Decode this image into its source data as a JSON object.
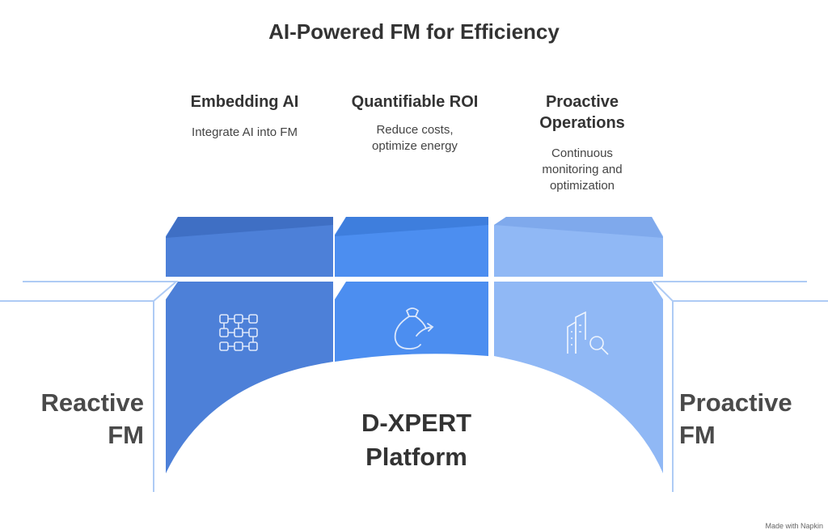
{
  "title": "AI-Powered FM for Efficiency",
  "columns": [
    {
      "heading": "Embedding AI",
      "description": "Integrate AI into FM",
      "icon": "circuit-grid-icon",
      "color": "#4d80d8"
    },
    {
      "heading": "Quantifiable ROI",
      "description": "Reduce costs, optimize energy",
      "icon": "money-bag-icon",
      "color": "#4c8ef0"
    },
    {
      "heading": "Proactive Operations",
      "description": "Continuous monitoring and optimization",
      "icon": "building-search-icon",
      "color": "#90b8f5"
    }
  ],
  "left_label": "Reactive FM",
  "right_label": "Proactive FM",
  "center_label": "D-XPERT Platform",
  "watermark": "Made with Napkin"
}
